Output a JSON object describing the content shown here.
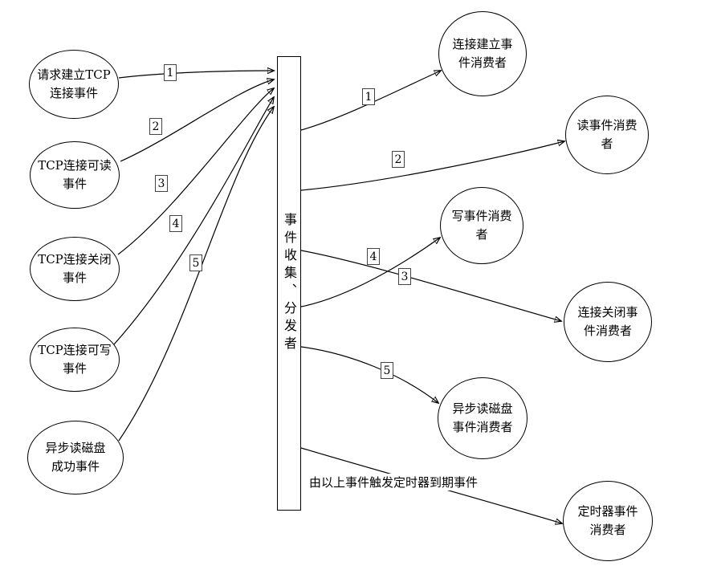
{
  "nodes": {
    "sources": [
      {
        "label": "请求建立TCP\n连接事件"
      },
      {
        "label": "TCP连接可读\n事件"
      },
      {
        "label": "TCP连接关闭\n事件"
      },
      {
        "label": "TCP连接可写\n事件"
      },
      {
        "label": "异步读磁盘\n成功事件"
      }
    ],
    "dispatcher": {
      "label": "事件收集、分发者"
    },
    "consumers": [
      {
        "label": "连接建立事\n件消费者"
      },
      {
        "label": "读事件消费\n者"
      },
      {
        "label": "写事件消费\n者"
      },
      {
        "label": "连接关闭事\n件消费者"
      },
      {
        "label": "异步读磁盘\n事件消费者"
      },
      {
        "label": "定时器事件\n消费者"
      }
    ]
  },
  "edge_labels": {
    "left": [
      "1",
      "2",
      "3",
      "4",
      "5"
    ],
    "right": [
      "1",
      "2",
      "4",
      "3",
      "5"
    ]
  },
  "note": "由以上事件触发定时器到期事件",
  "colors": {
    "stroke": "#000000",
    "background": "#ffffff"
  }
}
